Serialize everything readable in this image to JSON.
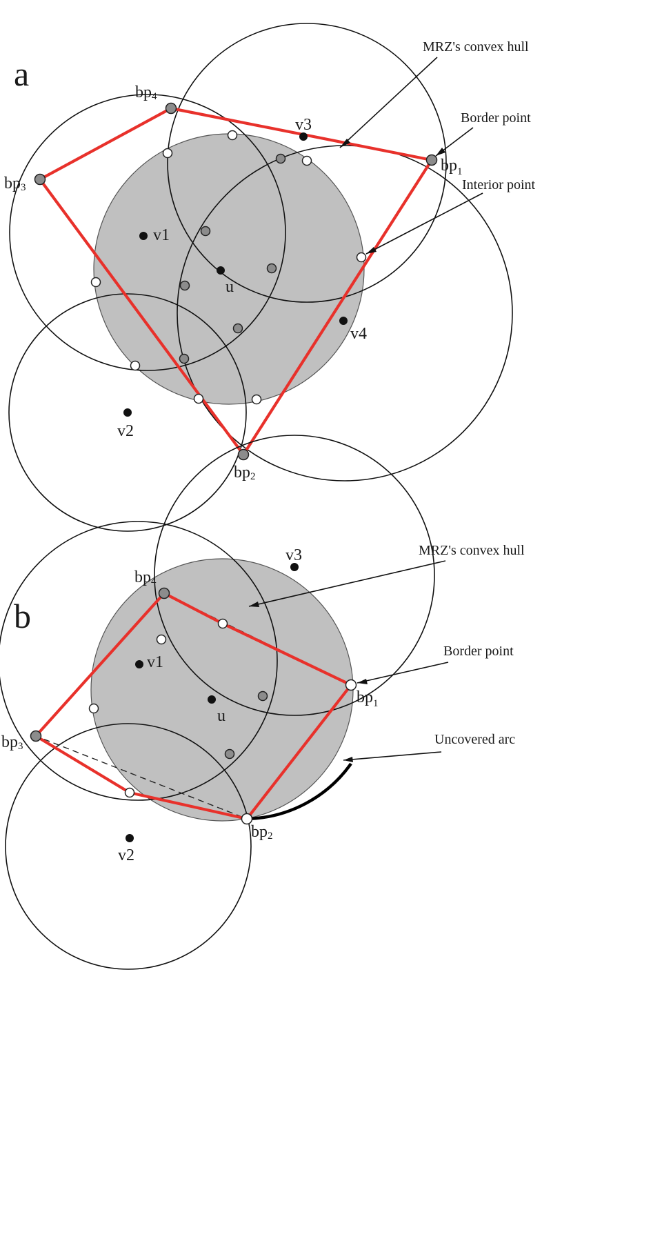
{
  "panels": [
    {
      "id": "a",
      "letter": "a",
      "annotations": {
        "hull": "MRZ's convex hull",
        "border": "Border point",
        "interior": "Interior point"
      },
      "nodes": [
        {
          "key": "v1",
          "label": "v1"
        },
        {
          "key": "u",
          "label": "u"
        },
        {
          "key": "v3",
          "label": "v3"
        },
        {
          "key": "v4",
          "label": "v4"
        },
        {
          "key": "v2",
          "label": "v2"
        }
      ],
      "border_points": [
        {
          "key": "bp1",
          "base": "bp",
          "index": "1"
        },
        {
          "key": "bp2",
          "base": "bp",
          "index": "2"
        },
        {
          "key": "bp3",
          "base": "bp",
          "index": "3"
        },
        {
          "key": "bp4",
          "base": "bp",
          "index": "4"
        }
      ]
    },
    {
      "id": "b",
      "letter": "b",
      "annotations": {
        "hull": "MRZ's convex hull",
        "border": "Border point",
        "uncovered": "Uncovered arc"
      },
      "nodes": [
        {
          "key": "v1",
          "label": "v1"
        },
        {
          "key": "u",
          "label": "u"
        },
        {
          "key": "v3",
          "label": "v3"
        },
        {
          "key": "v2",
          "label": "v2"
        }
      ],
      "border_points": [
        {
          "key": "bp1",
          "base": "bp",
          "index": "1"
        },
        {
          "key": "bp2",
          "base": "bp",
          "index": "2"
        },
        {
          "key": "bp3",
          "base": "bp",
          "index": "3"
        },
        {
          "key": "bp4",
          "base": "bp",
          "index": "4"
        }
      ]
    }
  ],
  "colors": {
    "hull": "#e8312b",
    "shaded_region": "#c0c0c0",
    "border_point": "#8c8c8c",
    "interior_point": "#ffffff"
  }
}
